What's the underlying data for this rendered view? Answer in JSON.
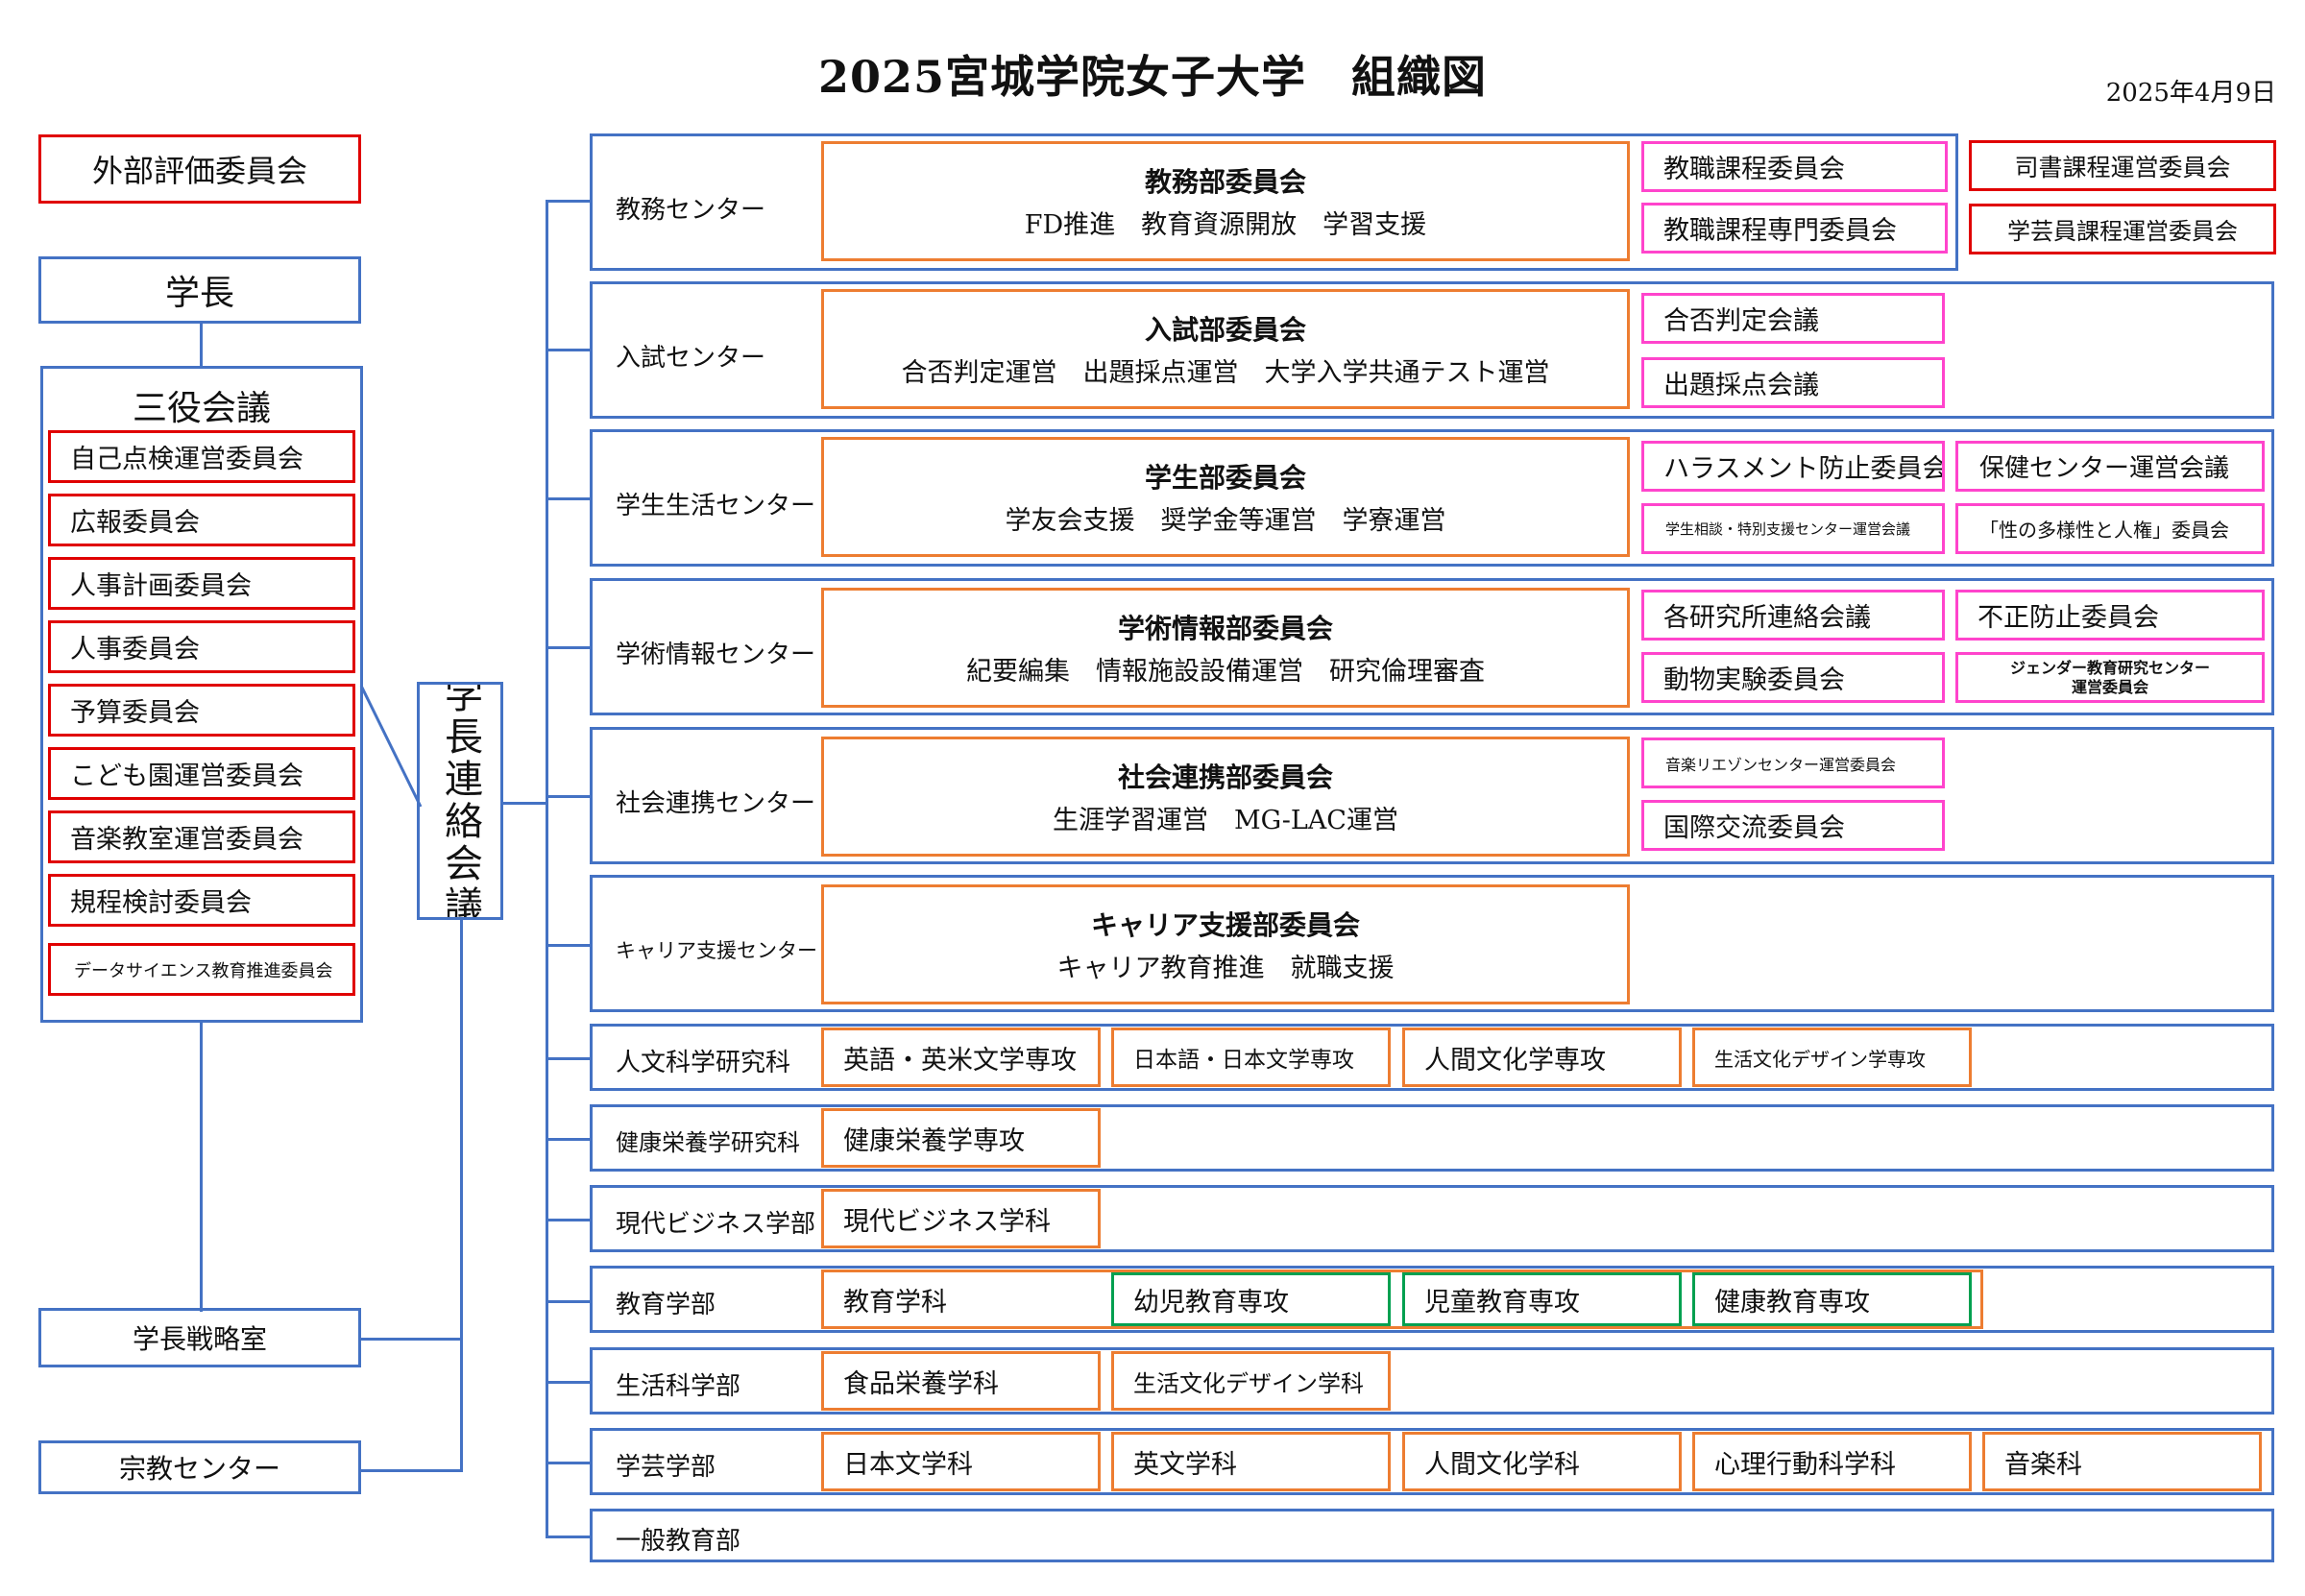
{
  "title": "2025宮城学院女子大学　組織図",
  "date": "2025年4月9日",
  "left": {
    "external_eval": "外部評価委員会",
    "president": "学長",
    "sanyaku": {
      "title": "三役会議",
      "items": [
        "自己点検運営委員会",
        "広報委員会",
        "人事計画委員会",
        "人事委員会",
        "予算委員会",
        "こども園運営委員会",
        "音楽教室運営委員会",
        "規程検討委員会",
        "データサイエンス教育推進委員会"
      ]
    },
    "strategy_office": "学長戦略室",
    "religion_center": "宗教センター"
  },
  "liaison": "学長連絡会議",
  "centers": [
    {
      "label": "教務センター",
      "committee": "教務部委員会",
      "desc": "FD推進　教育資源開放　学習支援",
      "subs": [
        "教職課程委員会",
        "教職課程専門委員会"
      ]
    },
    {
      "label": "入試センター",
      "committee": "入試部委員会",
      "desc": "合否判定運営　出題採点運営　大学入学共通テスト運営",
      "subs": [
        "合否判定会議",
        "出題採点会議"
      ]
    },
    {
      "label": "学生生活センター",
      "committee": "学生部委員会",
      "desc": "学友会支援　奨学金等運営　学寮運営",
      "subs": [
        "ハラスメント防止委員会",
        "学生相談・特別支援センター運営会議",
        "保健センター運営会議",
        "「性の多様性と人権」委員会"
      ]
    },
    {
      "label": "学術情報センター",
      "committee": "学術情報部委員会",
      "desc": "紀要編集　情報施設設備運営　研究倫理審査",
      "subs": [
        "各研究所連絡会議",
        "動物実験委員会",
        "不正防止委員会",
        "ジェンダー教育研究センター運営委員会"
      ]
    },
    {
      "label": "社会連携センター",
      "committee": "社会連携部委員会",
      "desc": "生涯学習運営　MG-LAC運営",
      "subs": [
        "音楽リエゾンセンター運営委員会",
        "国際交流委員会"
      ]
    },
    {
      "label": "キャリア支援センター",
      "committee": "キャリア支援部委員会",
      "desc": "キャリア教育推進　就職支援",
      "subs": []
    }
  ],
  "library_committees": [
    "司書課程運営委員会",
    "学芸員課程運営委員会"
  ],
  "gender_center_lines": [
    "ジェンダー教育研究センター",
    "運営委員会"
  ],
  "faculties": [
    {
      "label": "人文科学研究科",
      "items": [
        "英語・英米文学専攻",
        "日本語・日本文学専攻",
        "人間文化学専攻",
        "生活文化デザイン学専攻"
      ]
    },
    {
      "label": "健康栄養学研究科",
      "items": [
        "健康栄養学専攻"
      ]
    },
    {
      "label": "現代ビジネス学部",
      "items": [
        "現代ビジネス学科"
      ]
    },
    {
      "label": "教育学部",
      "items": [
        "教育学科"
      ],
      "majors": [
        "幼児教育専攻",
        "児童教育専攻",
        "健康教育専攻"
      ]
    },
    {
      "label": "生活科学部",
      "items": [
        "食品栄養学科",
        "生活文化デザイン学科"
      ]
    },
    {
      "label": "学芸学部",
      "items": [
        "日本文学科",
        "英文学科",
        "人間文化学科",
        "心理行動科学科",
        "音楽科"
      ]
    },
    {
      "label": "一般教育部",
      "items": []
    }
  ]
}
